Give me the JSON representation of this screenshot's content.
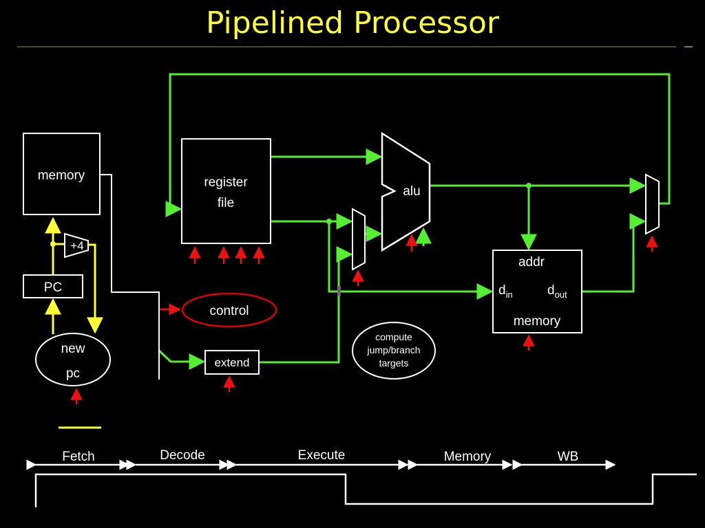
{
  "slide": {
    "title": "Pipelined Processor",
    "colors": {
      "background": "#000000",
      "title": "#ffff33",
      "yellow_wire": "#ffff33",
      "green_wire": "#55ee33",
      "red_arrow": "#ee1111",
      "white": "#ffffff",
      "control_outline": "#dd0000"
    }
  },
  "diagram": {
    "memory_label": "memory",
    "pc_label": "PC",
    "plus4_label": "+4",
    "new_pc": {
      "line1": "new",
      "line2": "pc"
    },
    "register_file": {
      "line1": "register",
      "line2": "file"
    },
    "alu_label": "alu",
    "control_label": "control",
    "extend_label": "extend",
    "compute": {
      "line1": "compute",
      "line2": "jump/branch",
      "line3": "targets"
    },
    "data_memory": {
      "addr": "addr",
      "din_base": "d",
      "din_sub": "in",
      "dout_base": "d",
      "dout_sub": "out",
      "memory": "memory"
    }
  },
  "stages": [
    "Fetch",
    "Decode",
    "Execute",
    "Memory",
    "WB"
  ]
}
